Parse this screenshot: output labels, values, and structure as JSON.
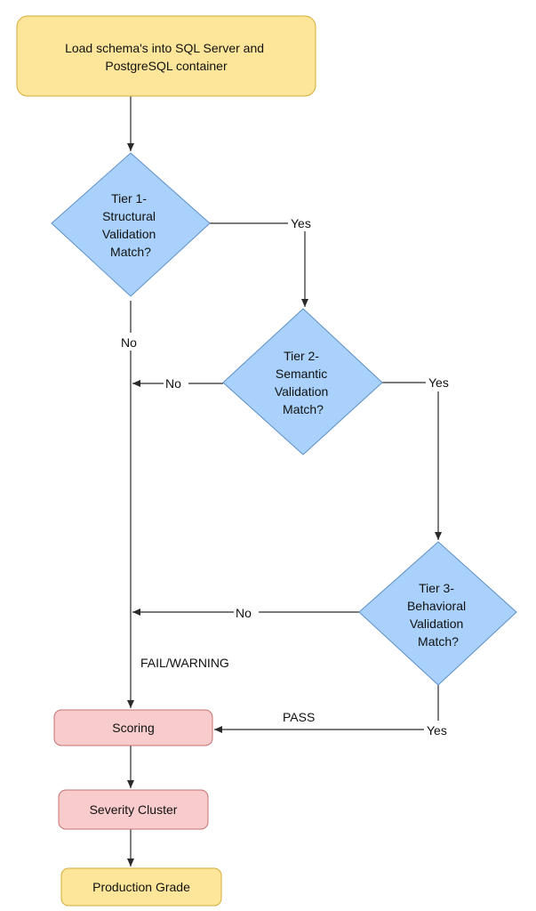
{
  "colors": {
    "start_fill": "#fde69a",
    "start_stroke": "#d4ac38",
    "decision_fill": "#a9d1fb",
    "decision_stroke": "#5b8fc7",
    "process_fill": "#f8cccc",
    "process_stroke": "#c67272",
    "line": "#2a2a2a"
  },
  "nodes": {
    "load": {
      "lines": [
        "Load schema's into SQL Server and",
        "PostgreSQL container"
      ]
    },
    "tier1": {
      "lines": [
        "Tier 1-",
        "Structural",
        "Validation",
        "Match?"
      ]
    },
    "tier2": {
      "lines": [
        "Tier 2-",
        "Semantic",
        "Validation",
        "Match?"
      ]
    },
    "tier3": {
      "lines": [
        "Tier 3-",
        "Behavioral",
        "Validation",
        "Match?"
      ]
    },
    "scoring": {
      "lines": [
        "Scoring"
      ]
    },
    "severity": {
      "lines": [
        "Severity Cluster"
      ]
    },
    "production": {
      "lines": [
        "Production Grade"
      ]
    }
  },
  "edge_labels": {
    "tier1_yes": "Yes",
    "tier1_no": "No",
    "tier2_no": "No",
    "tier2_yes": "Yes",
    "tier3_no": "No",
    "tier3_yes": "Yes",
    "fail_warning": "FAIL/WARNING",
    "pass": "PASS"
  }
}
